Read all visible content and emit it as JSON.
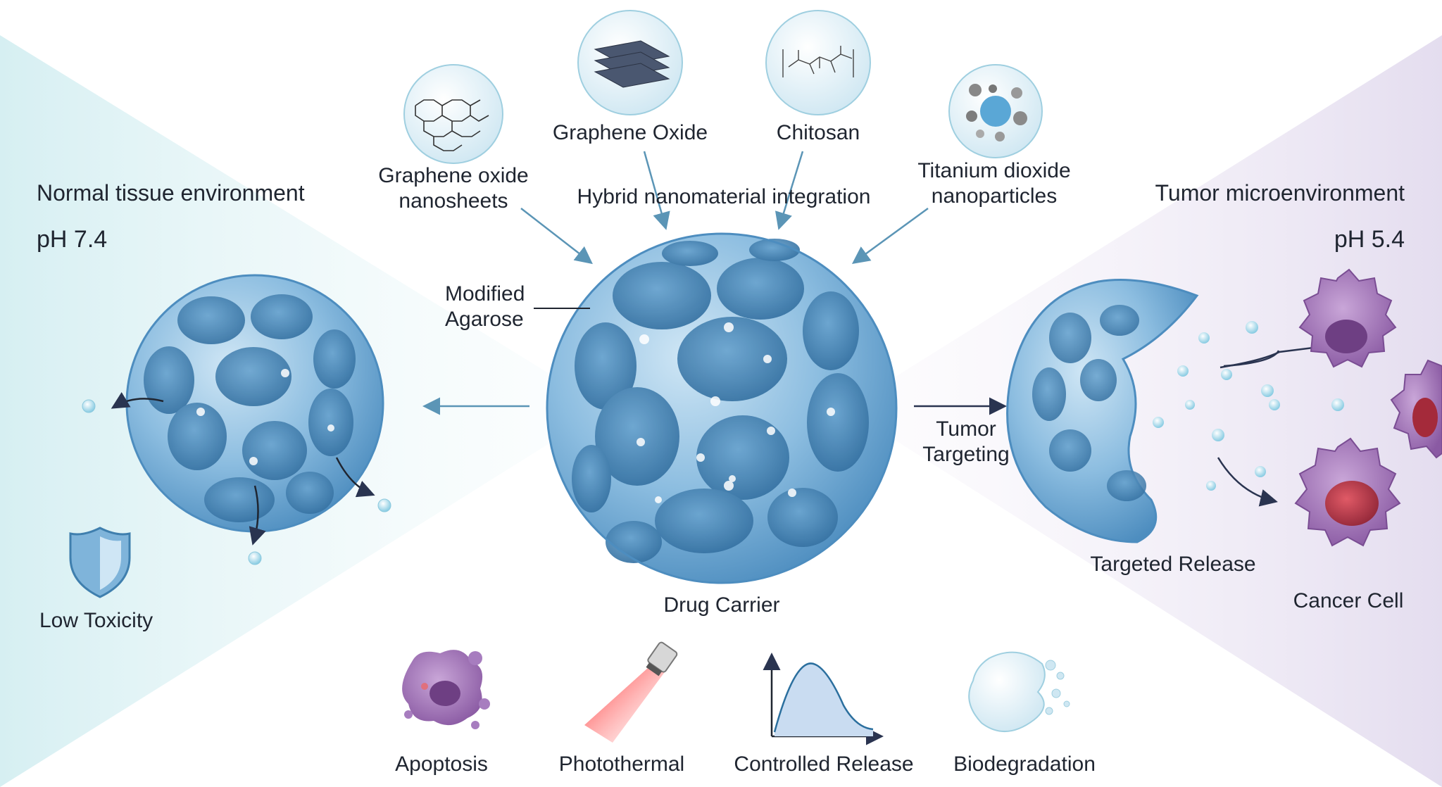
{
  "environments": {
    "normal": {
      "title": "Normal tissue environment",
      "ph": "pH 7.4",
      "badge": "Low Toxicity"
    },
    "tumor": {
      "title": "Tumor microenvironment",
      "ph": "pH 5.4",
      "release": "Targeted Release",
      "cell": "Cancer Cell"
    }
  },
  "components": {
    "graphene_nanosheets": [
      "Graphene oxide",
      "nanosheets"
    ],
    "graphene_oxide": "Graphene Oxide",
    "chitosan": "Chitosan",
    "titanium": [
      "Titanium dioxide",
      "nanoparticles"
    ],
    "integration": "Hybrid nanomaterial integration"
  },
  "carrier": {
    "matrix": [
      "Modified",
      "Agarose"
    ],
    "label": "Drug Carrier",
    "targeting": [
      "Tumor",
      "Targeting"
    ]
  },
  "features": [
    {
      "label": "Apoptosis",
      "icon": "apoptosis-cell-icon"
    },
    {
      "label": "Photothermal",
      "icon": "laser-beam-icon"
    },
    {
      "label": "Controlled Release",
      "icon": "release-curve-icon"
    },
    {
      "label": "Biodegradation",
      "icon": "dissolving-sphere-icon"
    }
  ],
  "colors": {
    "sphere": "#7fb6db",
    "sphere_dark": "#3f7fae",
    "normal_bg": "#dff3f5",
    "tumor_bg": "#ece6f3",
    "cancer": "#9a6fb0",
    "arrow": "#5b95b6"
  }
}
